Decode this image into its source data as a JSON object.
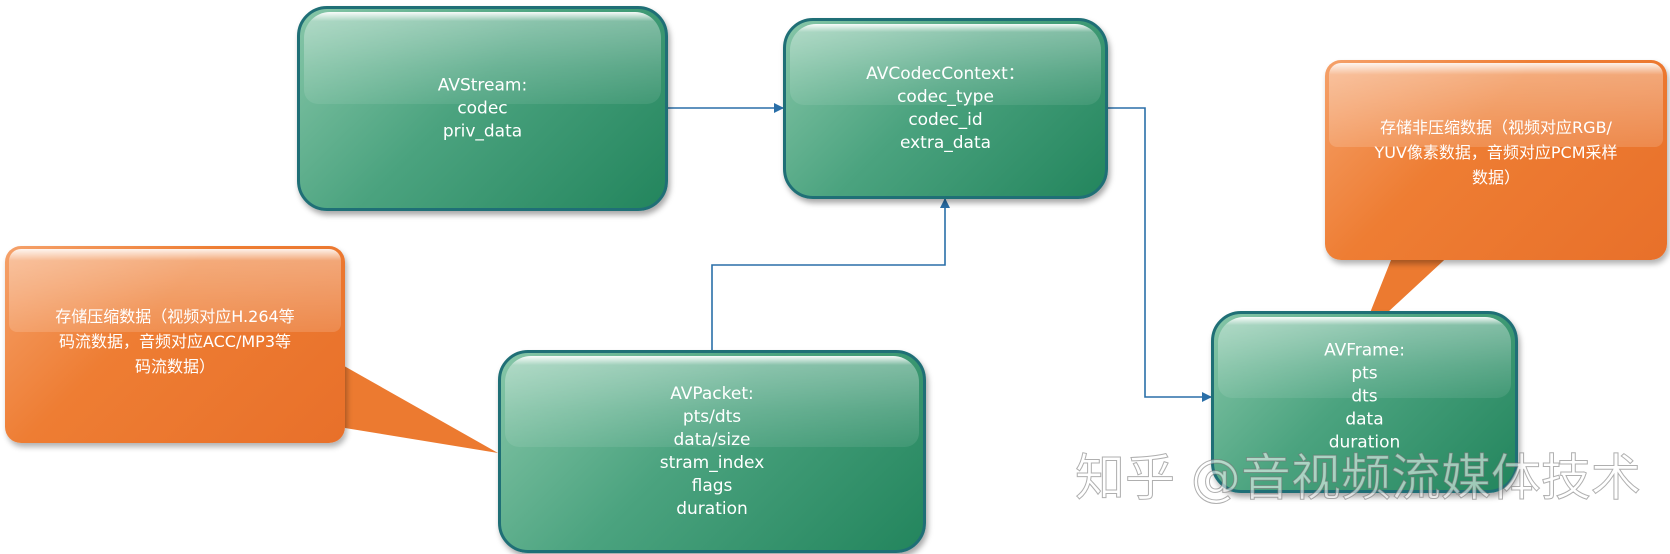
{
  "nodes": {
    "avstream": {
      "lines": [
        "AVStream:",
        "codec",
        "priv_data"
      ]
    },
    "avcodeccontext": {
      "lines": [
        "AVCodecContext：",
        "codec_type",
        "codec_id",
        "extra_data"
      ]
    },
    "avpacket": {
      "lines": [
        "AVPacket:",
        "pts/dts",
        "data/size",
        "stram_index",
        "flags",
        "duration"
      ]
    },
    "avframe": {
      "lines": [
        "AVFrame:",
        "pts",
        "dts",
        "data",
        "duration"
      ]
    }
  },
  "callouts": {
    "compressed": {
      "lines": [
        "存储压缩数据（视频对应H.264等",
        "码流数据，音频对应ACC/MP3等",
        "码流数据）"
      ]
    },
    "uncompressed": {
      "lines": [
        "存储非压缩数据（视频对应RGB/",
        "YUV像素数据，音频对应PCM采样",
        "数据）"
      ]
    }
  },
  "watermark": {
    "text": "知乎 @音视频流媒体技术"
  },
  "colors": {
    "node_fill": "#2e8b67",
    "node_border": "#1f6f76",
    "callout_fill": "#ee7d33",
    "edge": "#2a6fa8"
  }
}
